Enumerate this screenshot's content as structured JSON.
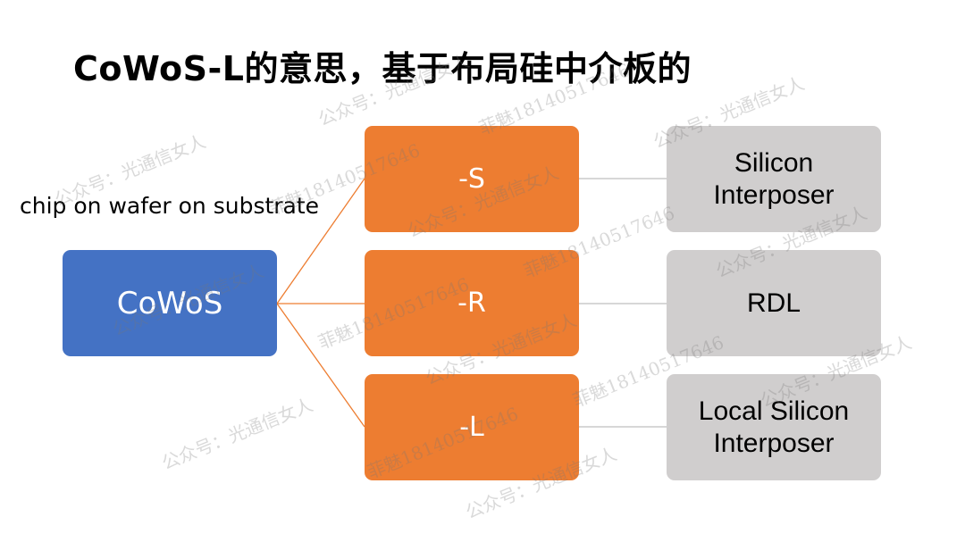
{
  "title": "CoWoS-L的意思，基于布局硅中介板的",
  "subtitle": "chip on wafer on substrate",
  "root": {
    "label": "CoWoS",
    "color": "#4472c4"
  },
  "branches": [
    {
      "label": "-S",
      "leaf": "Silicon Interposer"
    },
    {
      "label": "-R",
      "leaf": "RDL"
    },
    {
      "label": "-L",
      "leaf": "Local Silicon Interposer"
    }
  ],
  "colors": {
    "branch": "#ed7d31",
    "leaf": "#d0cece",
    "connector": "#ed7d31",
    "leaf_connector": "#bfbfbf"
  },
  "watermarks": [
    "公众号：光通信女人",
    "菲魅18140517646"
  ]
}
